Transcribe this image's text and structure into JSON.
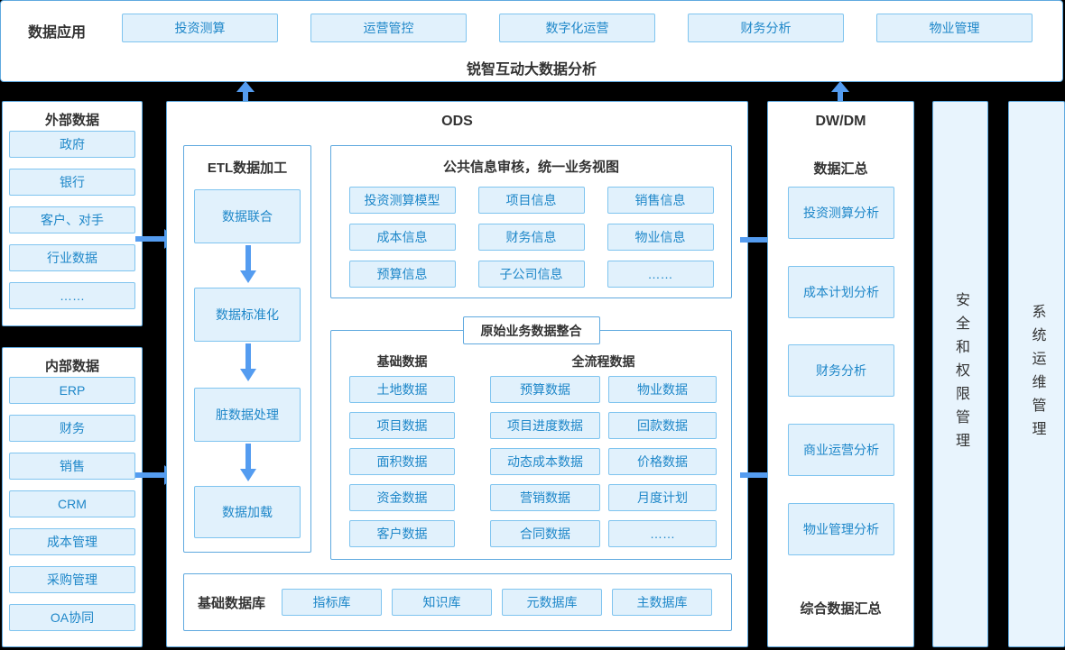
{
  "colors": {
    "background": "#000000",
    "panel_bg": "#FFFFFF",
    "panel_border": "#5FA9DF",
    "item_bg": "#E1F1FC",
    "item_border": "#7FC4EF",
    "item_text": "#1E87C9",
    "heading_text": "#333333",
    "arrow": "#549CF0",
    "bar_bg": "#E8F4FD"
  },
  "top_band": {
    "label": "数据应用",
    "buttons": [
      "投资测算",
      "运营管控",
      "数字化运营",
      "财务分析",
      "物业管理"
    ],
    "title": "锐智互动大数据分析"
  },
  "external_data": {
    "title": "外部数据",
    "items": [
      "政府",
      "银行",
      "客户、对手",
      "行业数据",
      "……"
    ]
  },
  "internal_data": {
    "title": "内部数据",
    "items": [
      "ERP",
      "财务",
      "销售",
      "CRM",
      "成本管理",
      "采购管理",
      "OA协同"
    ]
  },
  "ods": {
    "title": "ODS",
    "etl": {
      "title": "ETL数据加工",
      "steps": [
        "数据联合",
        "数据标准化",
        "脏数据处理",
        "数据加载"
      ]
    },
    "common_info": {
      "title": "公共信息审核，统一业务视图",
      "items": [
        "投资测算模型",
        "项目信息",
        "销售信息",
        "成本信息",
        "财务信息",
        "物业信息",
        "预算信息",
        "子公司信息",
        "……"
      ]
    },
    "raw_integration": {
      "title": "原始业务数据整合",
      "base_group": "基础数据",
      "full_group": "全流程数据",
      "base_items": [
        "土地数据",
        "项目数据",
        "面积数据",
        "资金数据",
        "客户数据"
      ],
      "full_items_col1": [
        "预算数据",
        "项目进度数据",
        "动态成本数据",
        "营销数据",
        "合同数据"
      ],
      "full_items_col2": [
        "物业数据",
        "回款数据",
        "价格数据",
        "月度计划",
        "……"
      ]
    },
    "base_db": {
      "title": "基础数据库",
      "items": [
        "指标库",
        "知识库",
        "元数据库",
        "主数据库"
      ]
    }
  },
  "dwdm": {
    "title": "DW/DM",
    "subtitle": "数据汇总",
    "items": [
      "投资测算分析",
      "成本计划分析",
      "财务分析",
      "商业运营分析",
      "物业管理分析"
    ],
    "footer": "综合数据汇总"
  },
  "side_bars": [
    {
      "label": "安全和权限管理"
    },
    {
      "label": "系统运维管理"
    }
  ]
}
